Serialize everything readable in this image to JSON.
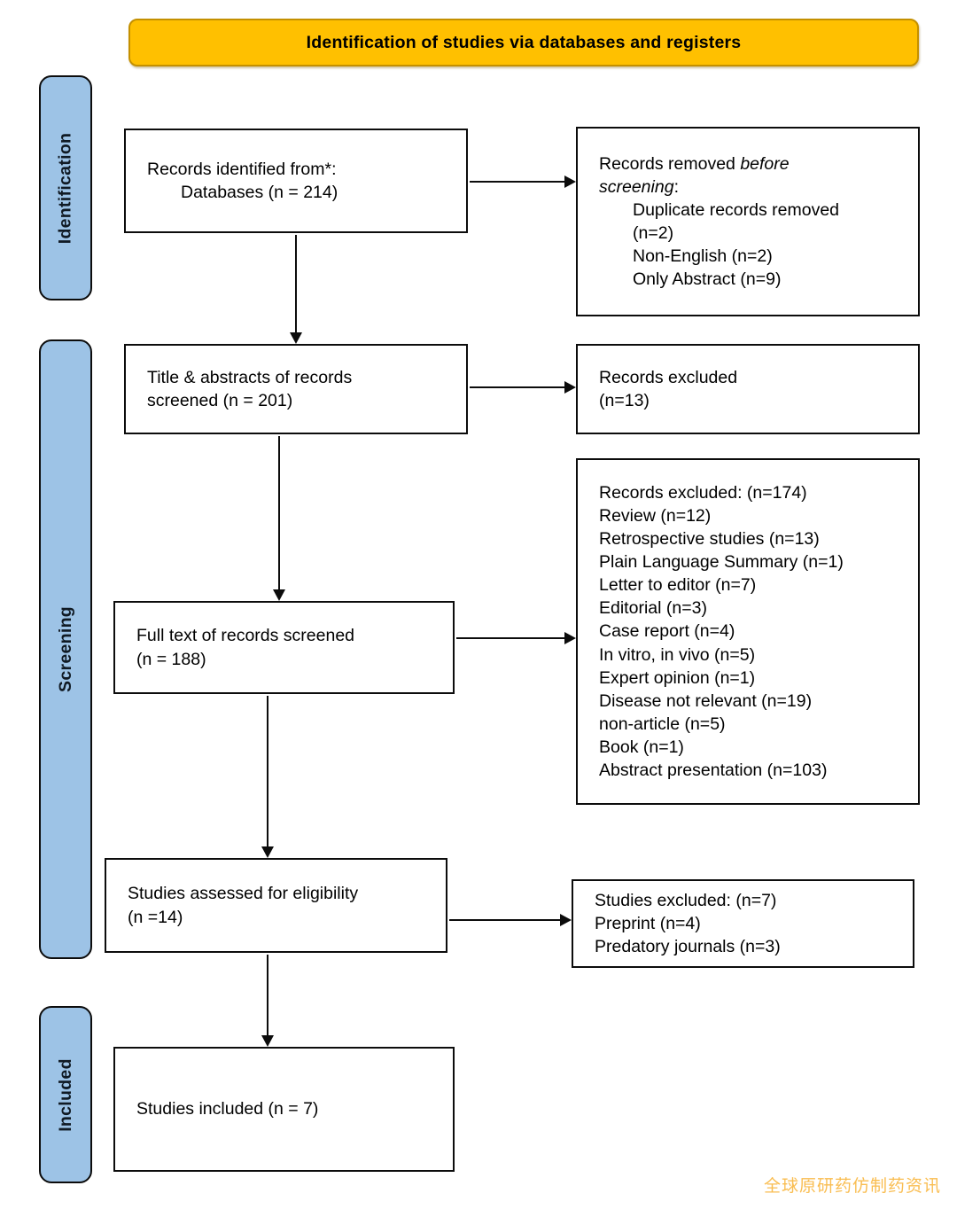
{
  "banner": {
    "title": "Identification of studies via databases and registers"
  },
  "stages": [
    {
      "label": "Identification"
    },
    {
      "label": "Screening"
    },
    {
      "label": "Included"
    }
  ],
  "boxes": {
    "identified": {
      "line1": "Records identified from*:",
      "line2": "Databases (n = 214)"
    },
    "removed": {
      "l1_normal": "Records removed ",
      "l1_italic": "before",
      "l2_italic": "screening",
      "l2_suffix": ":",
      "items": [
        "Duplicate records removed",
        "(n=2)",
        "Non-English (n=2)",
        "Only Abstract (n=9)"
      ]
    },
    "title_abstracts": {
      "line1": "Title & abstracts of records",
      "line2": "screened (n = 201)"
    },
    "records_excluded": {
      "line1": "Records excluded",
      "line2": "(n=13)"
    },
    "full_text": {
      "line1": "Full text of records screened",
      "line2": "(n = 188)"
    },
    "full_text_excluded": {
      "lines": [
        "Records excluded: (n=174)",
        "Review (n=12)",
        "Retrospective studies (n=13)",
        "Plain Language Summary (n=1)",
        "Letter to editor (n=7)",
        "Editorial (n=3)",
        "Case report (n=4)",
        "In vitro, in vivo (n=5)",
        "Expert opinion (n=1)",
        "Disease not relevant (n=19)",
        "non-article (n=5)",
        "Book (n=1)",
        "Abstract presentation (n=103)"
      ]
    },
    "assessed": {
      "line1": "Studies assessed for eligibility",
      "line2": "(n =14)"
    },
    "studies_excluded": {
      "lines": [
        "Studies excluded: (n=7)",
        "Preprint (n=4)",
        "Predatory journals (n=3)"
      ]
    },
    "included": {
      "line1": "Studies included (n = 7)"
    }
  },
  "watermark": {
    "text": "全球原研药仿制药资讯"
  },
  "colors": {
    "banner_fill": "#FFC000",
    "banner_border": "#C49000",
    "stage_fill": "#9DC3E6",
    "box_border": "#0C0C0C",
    "arrow": "#0C0C0C",
    "watermark": "#F9B233"
  }
}
